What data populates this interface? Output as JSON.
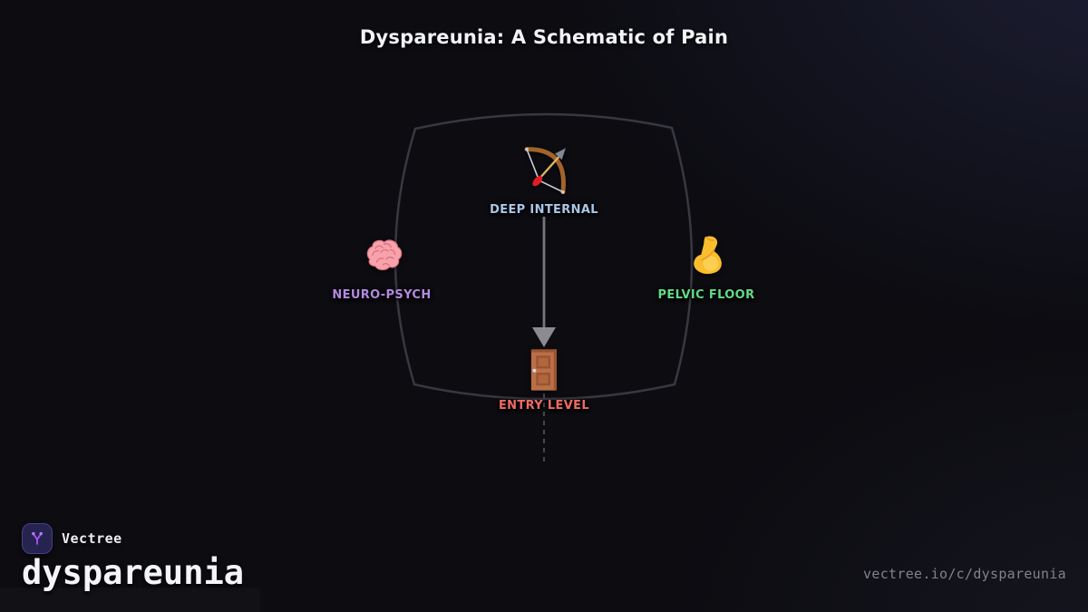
{
  "title": "Dyspareunia: A Schematic of Pain",
  "diagram": {
    "frame_color": "#383840",
    "connector_color": "#76767e",
    "nodes": [
      {
        "id": "deep-internal",
        "label": "DEEP INTERNAL",
        "icon": "bow-and-arrow",
        "label_color": "#a9c6e8"
      },
      {
        "id": "neuro-psych",
        "label": "NEURO-PSYCH",
        "icon": "brain",
        "label_color": "#b38ae0"
      },
      {
        "id": "pelvic-floor",
        "label": "PELVIC FLOOR",
        "icon": "flexed-biceps",
        "label_color": "#63d985"
      },
      {
        "id": "entry-level",
        "label": "ENTRY LEVEL",
        "icon": "door",
        "label_color": "#ef6a64"
      }
    ],
    "connections": [
      {
        "from": "DEEP INTERNAL",
        "to": "ENTRY LEVEL",
        "style": "solid-arrow"
      },
      {
        "from": "ENTRY LEVEL",
        "to": "",
        "style": "dashed-stub"
      }
    ]
  },
  "footer": {
    "brand": "Vectree",
    "slug": "dyspareunia",
    "url": "vectree.io/c/dyspareunia"
  }
}
